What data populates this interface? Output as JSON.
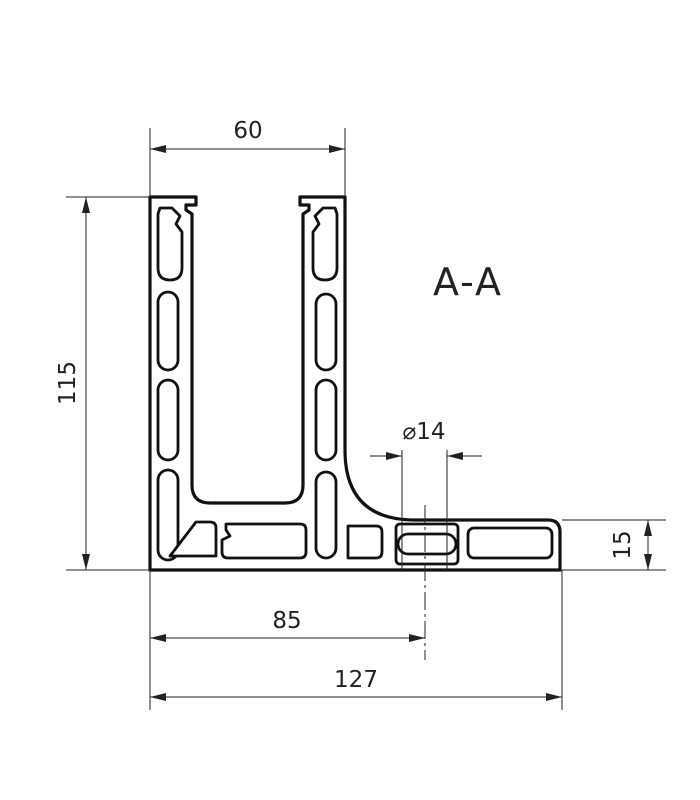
{
  "drawing": {
    "section_label": "A-A",
    "dimensions": {
      "top_width": "60",
      "height": "115",
      "hole_diameter": "⌀14",
      "base_thickness": "15",
      "hole_offset": "85",
      "total_length": "127"
    }
  },
  "colors": {
    "line": "#111111",
    "background": "#ffffff"
  }
}
